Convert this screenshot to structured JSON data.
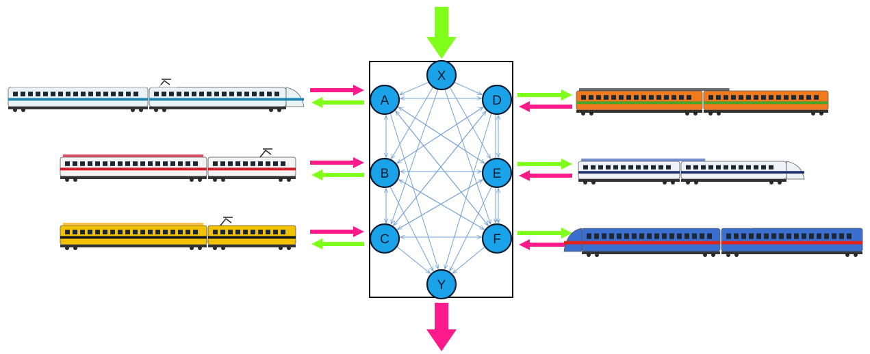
{
  "diagram": {
    "nodes": [
      {
        "id": "X",
        "label": "X"
      },
      {
        "id": "A",
        "label": "A"
      },
      {
        "id": "B",
        "label": "B"
      },
      {
        "id": "C",
        "label": "C"
      },
      {
        "id": "D",
        "label": "D"
      },
      {
        "id": "E",
        "label": "E"
      },
      {
        "id": "F",
        "label": "F"
      },
      {
        "id": "Y",
        "label": "Y"
      }
    ],
    "edges": [
      [
        "X",
        "A"
      ],
      [
        "X",
        "B"
      ],
      [
        "X",
        "C"
      ],
      [
        "X",
        "D"
      ],
      [
        "X",
        "E"
      ],
      [
        "X",
        "F"
      ],
      [
        "A",
        "B"
      ],
      [
        "B",
        "A"
      ],
      [
        "B",
        "C"
      ],
      [
        "C",
        "B"
      ],
      [
        "D",
        "E"
      ],
      [
        "E",
        "D"
      ],
      [
        "E",
        "F"
      ],
      [
        "F",
        "E"
      ],
      [
        "A",
        "D"
      ],
      [
        "D",
        "A"
      ],
      [
        "A",
        "E"
      ],
      [
        "E",
        "A"
      ],
      [
        "A",
        "F"
      ],
      [
        "F",
        "A"
      ],
      [
        "B",
        "D"
      ],
      [
        "D",
        "B"
      ],
      [
        "B",
        "E"
      ],
      [
        "E",
        "B"
      ],
      [
        "B",
        "F"
      ],
      [
        "F",
        "B"
      ],
      [
        "C",
        "D"
      ],
      [
        "D",
        "C"
      ],
      [
        "C",
        "E"
      ],
      [
        "E",
        "C"
      ],
      [
        "C",
        "F"
      ],
      [
        "F",
        "C"
      ],
      [
        "A",
        "Y"
      ],
      [
        "B",
        "Y"
      ],
      [
        "C",
        "Y"
      ],
      [
        "D",
        "Y"
      ],
      [
        "E",
        "Y"
      ],
      [
        "F",
        "Y"
      ],
      [
        "A",
        "C"
      ],
      [
        "D",
        "F"
      ]
    ],
    "colors": {
      "node_fill": "#1aa3e8",
      "node_stroke": "#0c1a2e",
      "edge": "#6f9fd6",
      "box_stroke": "#111111",
      "incoming": "#ff1a8c",
      "outgoing": "#7fff1a"
    }
  },
  "trains": {
    "left": [
      {
        "node": "A",
        "livery": "blue-white-high-speed-unit",
        "body": "#e9f3f6",
        "stripe": "#1f86b3",
        "accent": "#ffffff"
      },
      {
        "node": "B",
        "livery": "red-white-coach-and-red-locomotive",
        "body": "#f3f3f3",
        "stripe": "#d61c2a",
        "accent": "#c8102e"
      },
      {
        "node": "C",
        "livery": "yellow-black-coach-and-yellow-locomotive",
        "body": "#f2c200",
        "stripe": "#1b1b1b",
        "accent": "#f7a400"
      }
    ],
    "right": [
      {
        "node": "D",
        "livery": "orange-green-railcar",
        "body": "#f07b1f",
        "stripe": "#46a52a",
        "accent": "#2d2d2d"
      },
      {
        "node": "E",
        "livery": "white-navy-multiple-unit",
        "body": "#eef2f7",
        "stripe": "#1d2e6e",
        "accent": "#3b5bb5"
      },
      {
        "node": "F",
        "livery": "red-blue-double-deck-unit",
        "body": "#3a6fcf",
        "stripe": "#e2231a",
        "accent": "#f2f2f2"
      }
    ]
  }
}
